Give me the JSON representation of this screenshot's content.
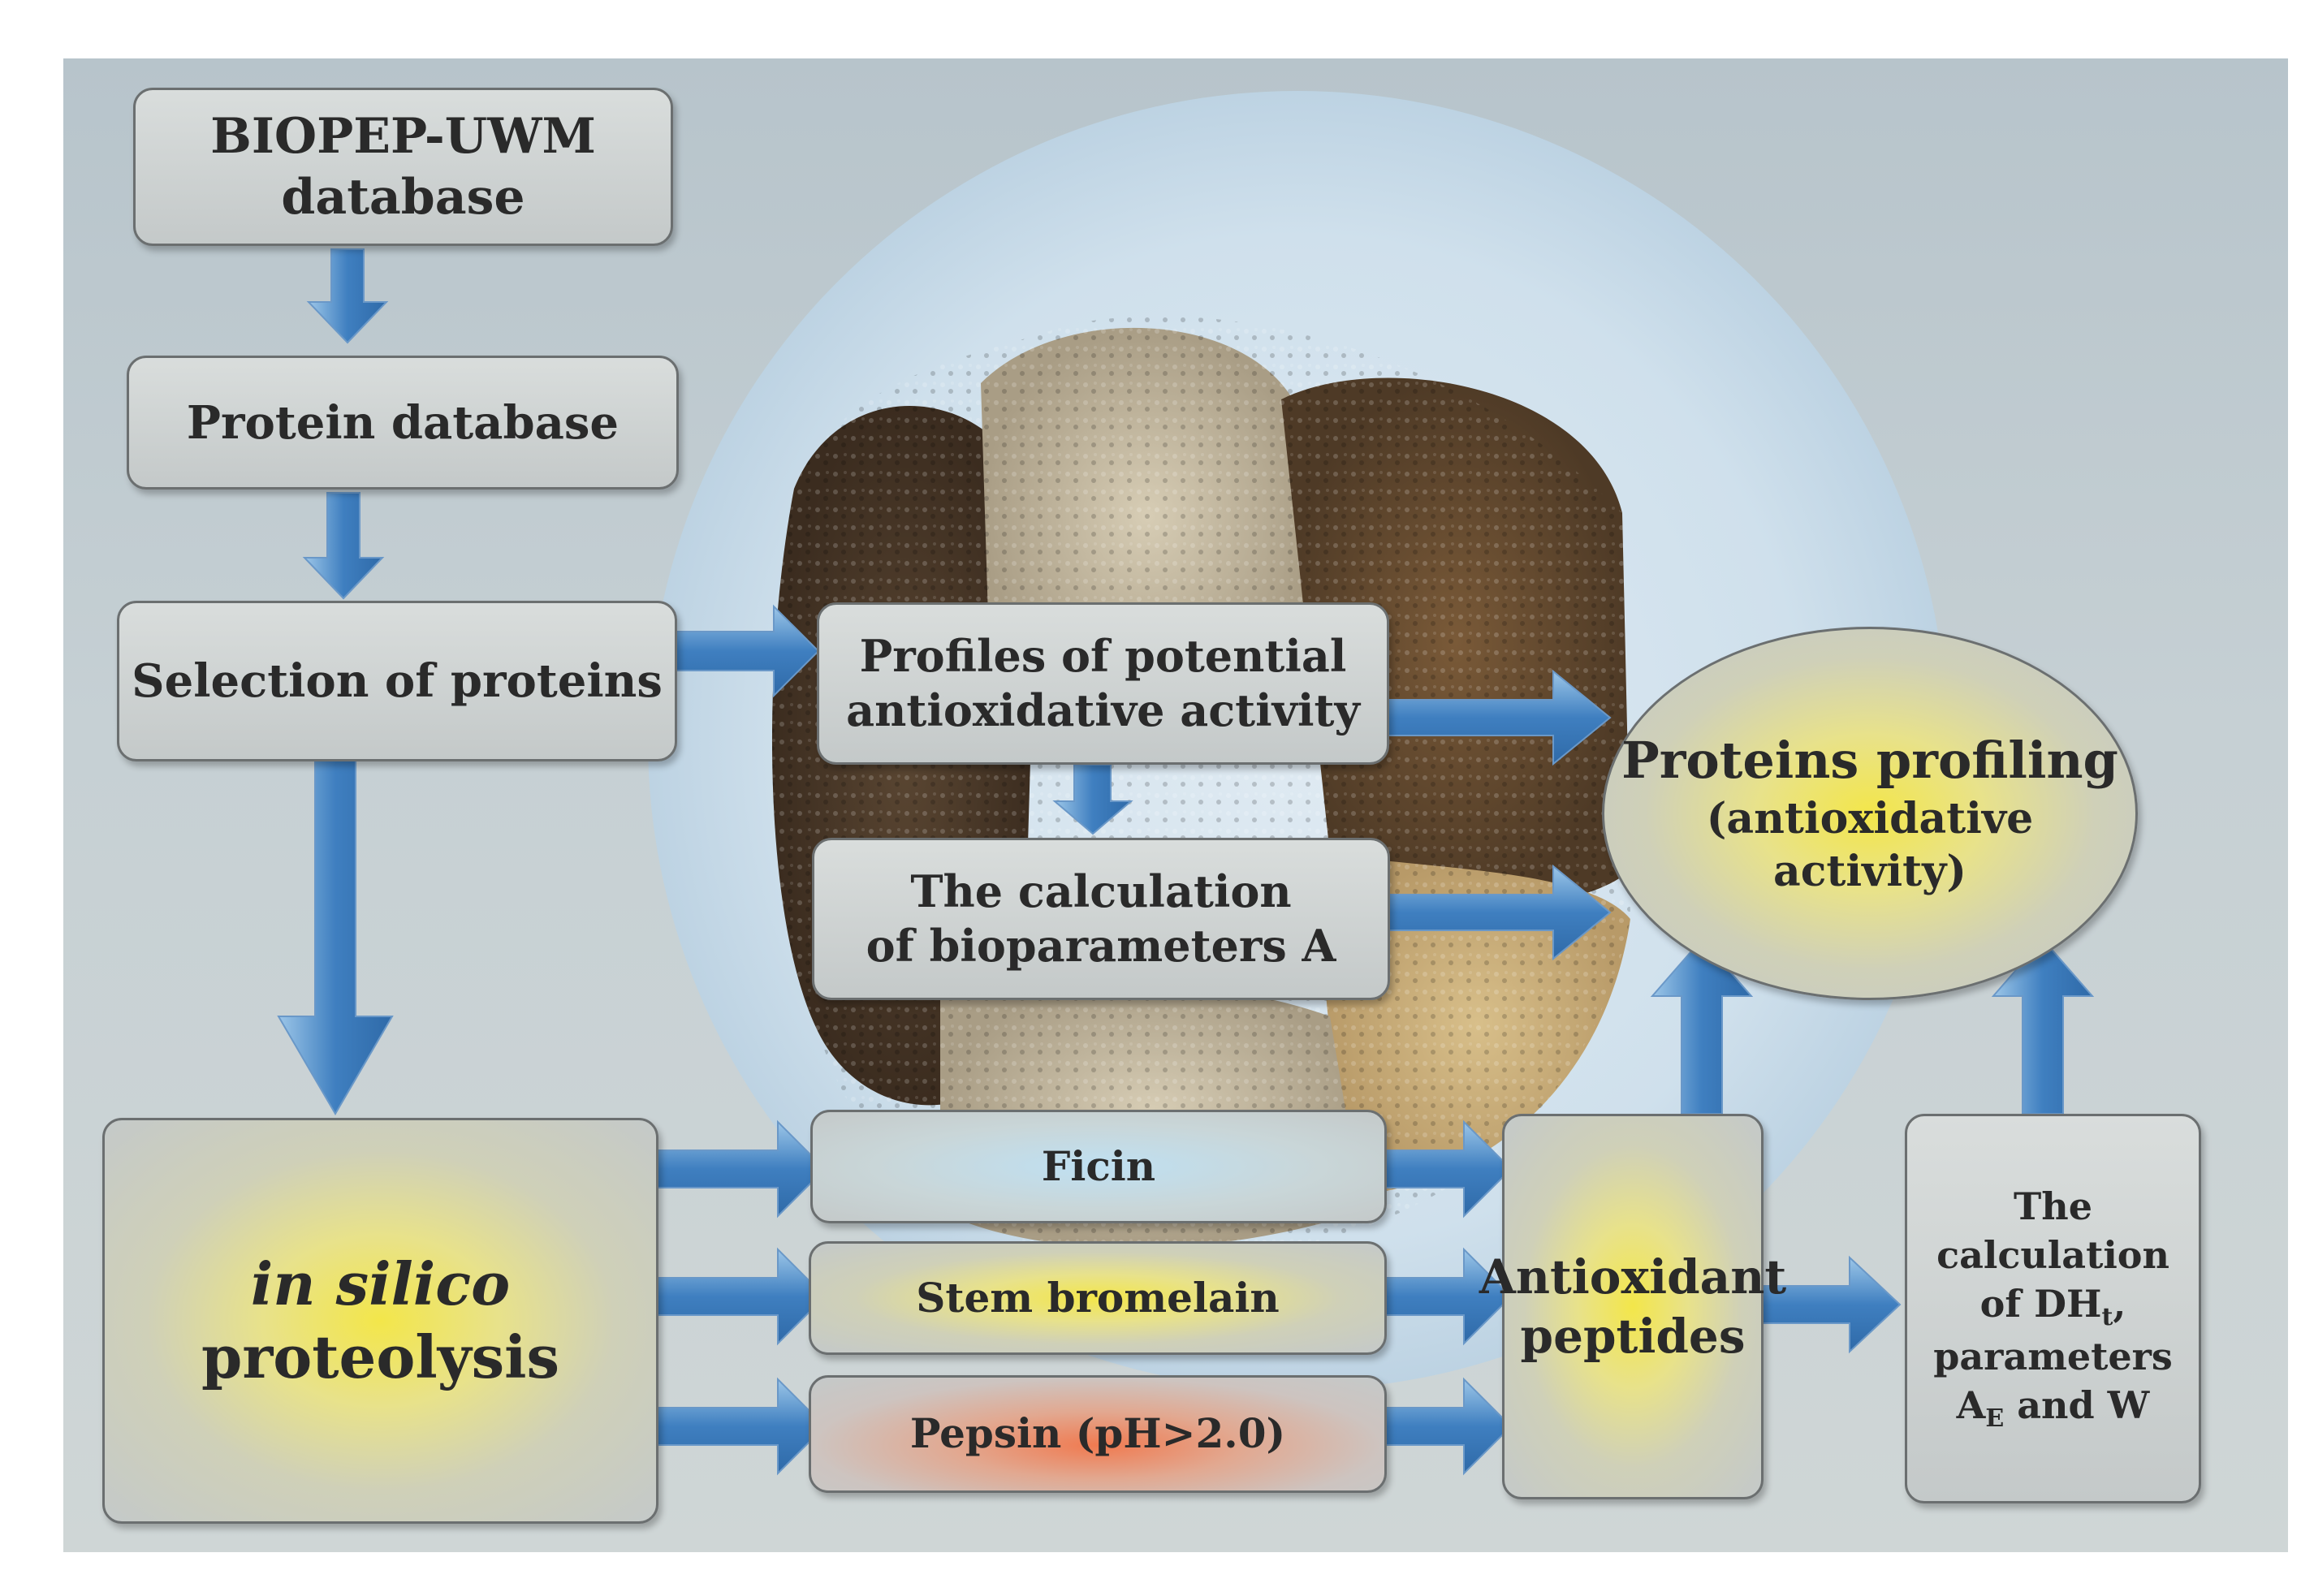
{
  "boxes": {
    "biopep": "BIOPEP-UWM\ndatabase",
    "protein_db": "Protein database",
    "selection": "Selection of proteins",
    "profiles": "Profiles of potential\nantioxidative activity",
    "calc_a": "The calculation\nof bioparameters A",
    "profiling_line1": "Proteins profiling",
    "profiling_line2": "(antioxidative activity)",
    "proteolysis_italic": "in silico",
    "proteolysis_rest": "proteolysis",
    "ficin": "Ficin",
    "bromelain": "Stem bromelain",
    "pepsin": "Pepsin (pH>2.0)",
    "antioxidant": "Antioxidant\npeptides",
    "calc_dh_line1": "The calculation",
    "calc_dh_line2_prefix": "of DH",
    "calc_dh_line2_sub": "t",
    "calc_dh_line2_suffix": ",",
    "calc_dh_line3": "parameters",
    "calc_dh_line4_prefix": "A",
    "calc_dh_line4_sub": "E",
    "calc_dh_line4_suffix": " and W"
  },
  "colors": {
    "arrow_fill": "#4f8ac4",
    "arrow_light": "#cfe6f7",
    "box_border": "#6b6f70"
  }
}
